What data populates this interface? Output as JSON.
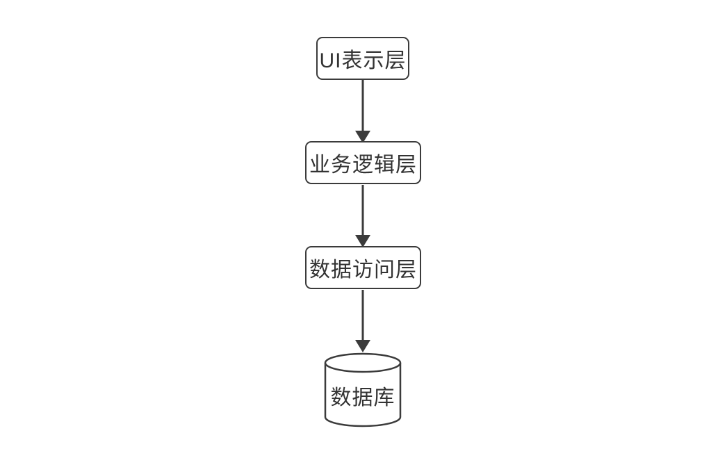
{
  "diagram": {
    "title": "layered-architecture-flow",
    "colors": {
      "stroke": "#3b3b3b",
      "text": "#333333",
      "fill": "#ffffff",
      "background": "#ffffff"
    },
    "nodes": [
      {
        "id": "ui",
        "type": "rounded-rect",
        "label": "UI表示层"
      },
      {
        "id": "biz",
        "type": "rounded-rect",
        "label": "业务逻辑层"
      },
      {
        "id": "dal",
        "type": "rounded-rect",
        "label": "数据访问层"
      },
      {
        "id": "db",
        "type": "cylinder",
        "label": "数据库"
      }
    ],
    "edges": [
      {
        "from": "ui",
        "to": "biz",
        "style": "solid-arrow"
      },
      {
        "from": "biz",
        "to": "dal",
        "style": "solid-arrow"
      },
      {
        "from": "dal",
        "to": "db",
        "style": "solid-arrow"
      }
    ]
  }
}
